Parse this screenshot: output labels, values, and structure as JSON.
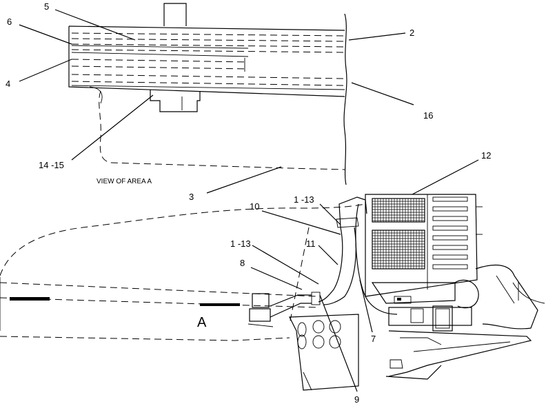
{
  "diagram": {
    "view_caption": "VIEW OF AREA A",
    "area_marker": "A",
    "callouts": {
      "c5": "5",
      "c6": "6",
      "c4": "4",
      "c2": "2",
      "c16": "16",
      "c14_15": "14 -15",
      "c3": "3",
      "c12": "12",
      "c1_13_top": "1 -13",
      "c10": "10",
      "c11": "11",
      "c1_13_mid": "1 -13",
      "c8": "8",
      "c7": "7",
      "c9": "9"
    }
  }
}
